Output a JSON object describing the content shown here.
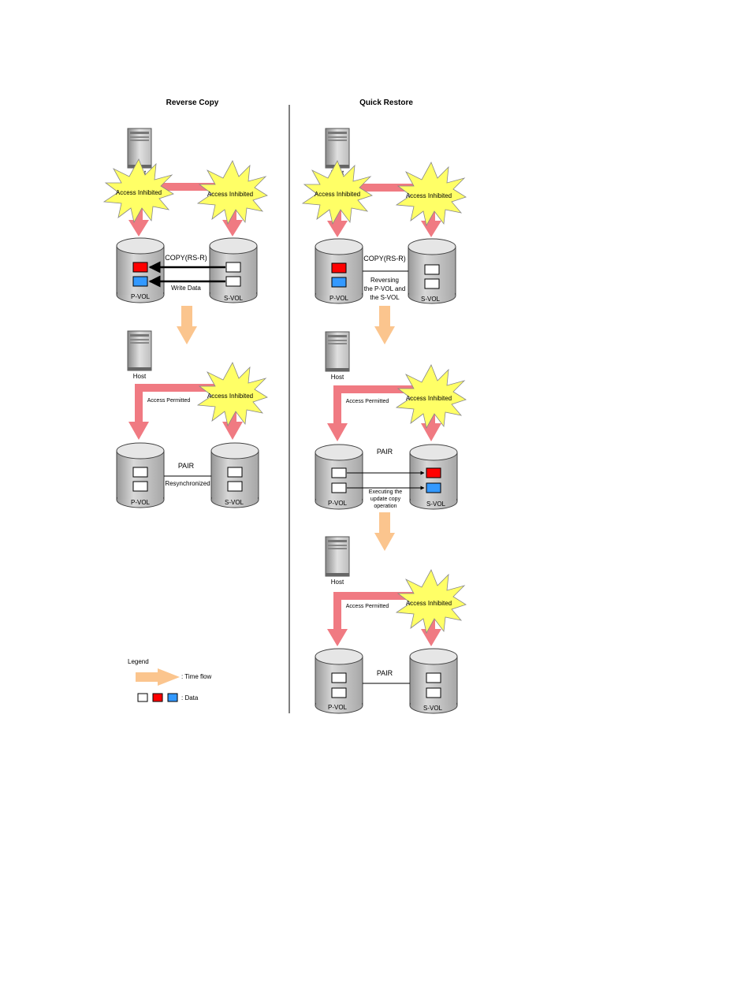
{
  "diagram": {
    "left_title": "Reverse Copy",
    "right_title": "Quick Restore",
    "host": "Host",
    "access_inhibited": "Access Inhibited",
    "access_permitted": "Access Permitted",
    "pvol": "P-VOL",
    "svol": "S-VOL",
    "copy_rsr": "COPY(RS-R)",
    "write_data": "Write Data",
    "pair": "PAIR",
    "resynchronized": "Resynchronized",
    "reversing_1": "Reversing",
    "reversing_2": "the P-VOL and",
    "reversing_3": "the S-VOL",
    "executing_1": "Executing the",
    "executing_2": "update copy",
    "executing_3": "operation",
    "legend": "Legend",
    "legend_time_flow": ": Time flow",
    "legend_data": ": Data"
  },
  "colors": {
    "pink_arrow": "#f07a82",
    "peach_arrow": "#fbc58e",
    "burst_fill": "#ffff66",
    "disk_fill": "#c8c8c8",
    "data_red": "#ff0000",
    "data_blue": "#3399ff"
  }
}
